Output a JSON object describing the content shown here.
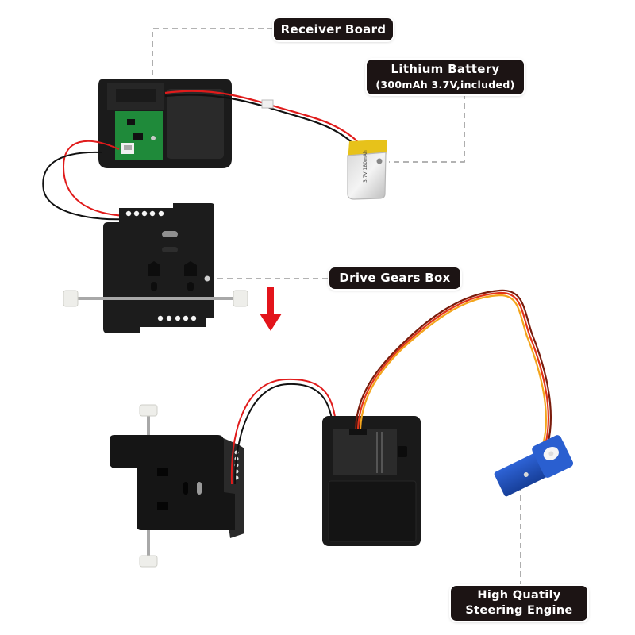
{
  "title": "Lock kit components diagram",
  "callouts": {
    "receiver_board": {
      "label": "Receiver Board"
    },
    "lithium_battery": {
      "label": "Lithium Battery",
      "sublabel": "(300mAh 3.7V,included)"
    },
    "drive_gears_box": {
      "label": "Drive Gears Box"
    },
    "steering_engine": {
      "label": "High Quatily",
      "sublabel": "Steering Engine"
    }
  },
  "components": [
    {
      "id": "receiver-box",
      "description": "Black receiver housing with green PCB"
    },
    {
      "id": "battery",
      "description": "Lithium polymer battery pouch cell"
    },
    {
      "id": "lock-top",
      "description": "Drive gears box, front view"
    },
    {
      "id": "lock-bottom",
      "description": "Drive gears box, angled view"
    },
    {
      "id": "controller-box",
      "description": "Black controller housing"
    },
    {
      "id": "servo",
      "description": "Blue micro servo"
    }
  ],
  "arrow": {
    "direction": "down",
    "color": "#e3141b"
  },
  "colors": {
    "label_bg": "#1c1414",
    "label_text": "#ffffff",
    "leader_line": "#9a9a9a",
    "wire_red": "#e01b1b",
    "wire_black": "#111111",
    "wire_orange": "#f29a1a",
    "wire_brown": "#8a2a10",
    "pcb_green": "#1f8a3a",
    "servo_blue": "#1d4fb8",
    "housing_black": "#1a1a1a"
  }
}
